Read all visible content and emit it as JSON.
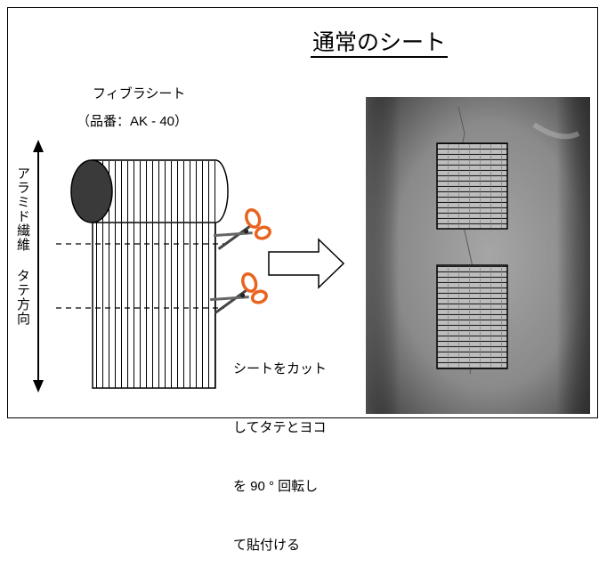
{
  "title": "通常のシート",
  "sheet_label": "フィブラシート",
  "product_code": "（品番：AK - 40）",
  "fiber_direction_label": "アラミド繊維",
  "warp_direction_label": "タテ方向",
  "instruction_lines": [
    "シートをカット",
    "してタテとヨコ",
    "を 90 ° 回転し",
    "て貼付ける"
  ],
  "icons": {
    "scissors_upper": "scissors-icon",
    "scissors_lower": "scissors-icon",
    "arrow": "right-arrow-icon"
  },
  "colors": {
    "scissor_handle": "#e8641e",
    "roll_end": "#3a3a3a",
    "photo_wall": "#8f8f8f"
  }
}
